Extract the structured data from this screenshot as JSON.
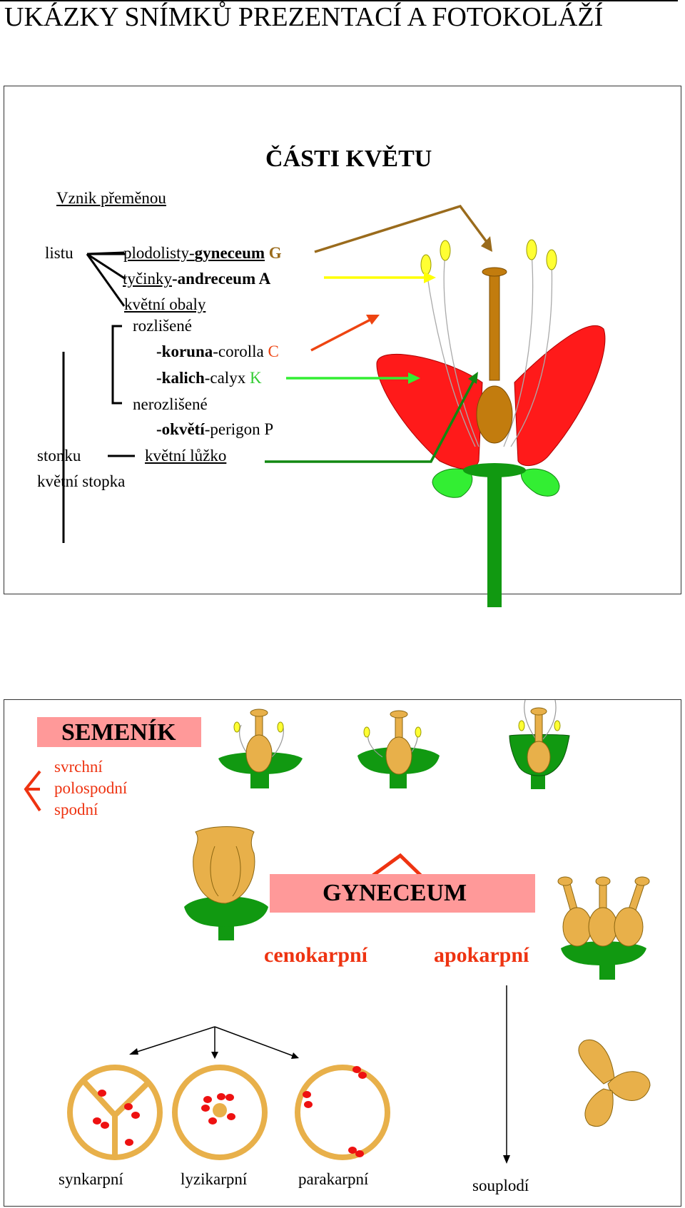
{
  "page_title": "UKÁZKY SNÍMKŮ PREZENTACÍ  A FOTOKOLÁŽÍ",
  "slide1": {
    "title": "ČÁSTI  KVĚTU",
    "origin_label": "Vznik přeměnou",
    "listu": "listu",
    "plodolisty": "plodolisty-",
    "gyneceum": "gyneceum",
    "gyneceum_letter": "G",
    "tycinky": "tyčinky",
    "andreceum": "-andreceum A",
    "kvetni_obaly": "květní obaly",
    "rozlisene": "rozlišené",
    "koruna_prefix": "-koruna",
    "koruna_latin": "-corolla",
    "koruna_letter": "C",
    "kalich_prefix": "-kalich",
    "kalich_latin": "-calyx",
    "kalich_letter": "K",
    "nerozlisene": "nerozlišené",
    "okveti_prefix": "-okvětí",
    "okveti_latin": "-perigon P",
    "stonku": "stonku",
    "kvetni_luzko": "květní lůžko",
    "kvetni_stopka": "květní stopka",
    "colors": {
      "gyneceum": "#9a6b1c",
      "andreceum": "#ffff00",
      "corolla": "#ee4411",
      "calyx": "#33ee33",
      "receptacle": "#118811",
      "petal": "#ff1a1a",
      "pistil": "#c27c0e"
    }
  },
  "slide2": {
    "semenik_title": "SEMENÍK",
    "semenik_items": [
      "svrchní",
      "polospodní",
      "spodní"
    ],
    "gyneceum_title": "GYNECEUM",
    "cenokarpni": "cenokarpní",
    "apokarpni": "apokarpní",
    "types": [
      "synkarpní",
      "lyzikarpní",
      "parakarpní"
    ],
    "souplodi": "souplodí",
    "colors": {
      "label_red": "#ee3311",
      "box_pink": "#ff9999",
      "ovary": "#e8b04a",
      "green": "#118811",
      "seed": "#ee1111"
    }
  }
}
